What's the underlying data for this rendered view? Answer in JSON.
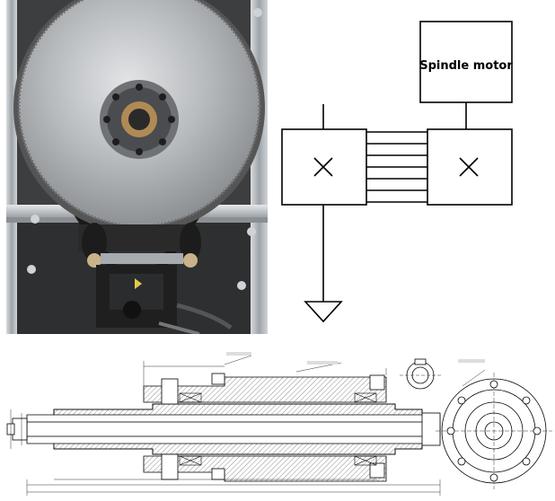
{
  "schematic": {
    "motor_label": "Spindle motor"
  },
  "colors": {
    "frame": "#b9bec4",
    "pulley": "#c7c9cb",
    "background_dark": "#3a3a3a",
    "line": "#000000"
  },
  "icons": {
    "bearing_left": "x-mark",
    "bearing_right": "x-mark",
    "ground": "ground-triangle"
  }
}
